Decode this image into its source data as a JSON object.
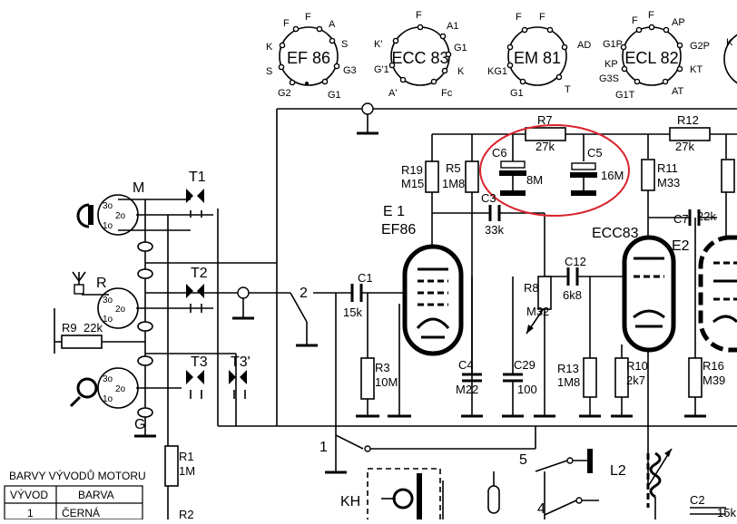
{
  "diagram": {
    "tube_pinouts": [
      {
        "name": "EF 86",
        "pins": [
          "F",
          "F",
          "A",
          "S",
          "G3",
          "G1",
          "G2",
          "S",
          "K"
        ]
      },
      {
        "name": "ECC 83",
        "pins": [
          "F",
          "A1",
          "G1",
          "K",
          "Fc",
          "A'",
          "G'1",
          "K'"
        ]
      },
      {
        "name": "EM 81",
        "pins": [
          "F",
          "AD",
          "T",
          "G1",
          "KG1"
        ]
      },
      {
        "name": "ECL 82",
        "pins": [
          "F",
          "AP",
          "G2P",
          "KT",
          "AT",
          "G1T",
          "G3S",
          "KP",
          "G1P"
        ]
      }
    ],
    "tubes": [
      {
        "ref": "E 1",
        "type": "EF86"
      },
      {
        "ref": "ECC83",
        "label": "E2"
      }
    ],
    "resistors": [
      {
        "ref": "R7",
        "value": "27k"
      },
      {
        "ref": "R12",
        "value": "27k"
      },
      {
        "ref": "R19",
        "value": "M15"
      },
      {
        "ref": "R5",
        "value": "1M8"
      },
      {
        "ref": "R11",
        "value": "M33"
      },
      {
        "ref": "R8",
        "value": "M32"
      },
      {
        "ref": "R3",
        "value": "10M"
      },
      {
        "ref": "R13",
        "value": "1M8"
      },
      {
        "ref": "R10",
        "value": "2k7"
      },
      {
        "ref": "R16",
        "value": "M39"
      },
      {
        "ref": "R9",
        "value": "22k"
      },
      {
        "ref": "R1",
        "value": "1M"
      },
      {
        "ref": "R2",
        "value": ""
      }
    ],
    "capacitors": [
      {
        "ref": "C6",
        "value": "8M"
      },
      {
        "ref": "C5",
        "value": "16M"
      },
      {
        "ref": "C3",
        "value": "33k"
      },
      {
        "ref": "C1",
        "value": "15k"
      },
      {
        "ref": "C12",
        "value": "6k8"
      },
      {
        "ref": "C7",
        "value": "22k"
      },
      {
        "ref": "C4",
        "value": "M22"
      },
      {
        "ref": "C29",
        "value": "100"
      },
      {
        "ref": "C2",
        "value": "15k"
      }
    ],
    "connectors": [
      {
        "ref": "M",
        "pins": [
          "3o",
          "2o",
          "1o"
        ]
      },
      {
        "ref": "R",
        "pins": [
          "3o",
          "2o",
          "1o"
        ]
      },
      {
        "ref": "G",
        "pins": [
          "3o",
          "2o",
          "1o"
        ]
      }
    ],
    "switches": [
      "T1",
      "T2",
      "T3",
      "T3'"
    ],
    "switch_positions": [
      "2",
      "1",
      "5",
      "4"
    ],
    "other_labels": {
      "inductor": "L2",
      "head": "KH"
    },
    "highlight_color": "#d9232d",
    "table": {
      "title": "BARVY VÝVODŮ MOTORU",
      "headers": [
        "VÝVOD",
        "BARVA"
      ],
      "rows": [
        [
          "1",
          "ČERNÁ"
        ]
      ]
    }
  }
}
